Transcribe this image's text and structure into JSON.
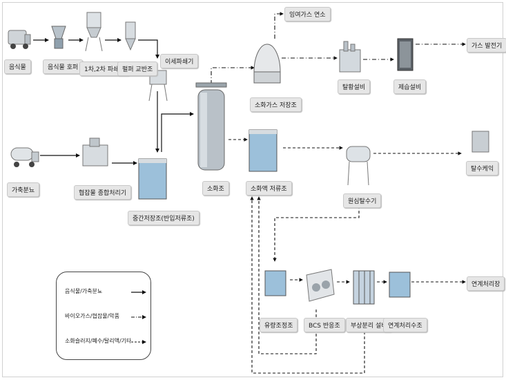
{
  "nodes": {
    "food_waste": "음식물",
    "food_hopper": "음식물 호퍼",
    "crusher": "1차,2차 파쇄기",
    "pulp_tank": "펄퍼 교반조",
    "debris_separator": "이세파쇄기",
    "livestock": "가축분뇨",
    "mixer": "협잡물 종합처리기",
    "interim_tank": "중간저장조(반입저류조)",
    "digester": "소화조",
    "gas_holder": "소화가스 저장조",
    "excess_gas": "잉여가스 연소",
    "desulfurizer": "탈황설비",
    "dehumidifier": "제습설비",
    "generator": "가스 발전기",
    "digestate_tank": "소화액 저류조",
    "centrifuge": "원심탈수기",
    "cake": "탈수케익",
    "flow_tank": "유량조정조",
    "bcs": "BCS 반응조",
    "flotation": "부상분리 설비",
    "linked_tank": "연계처리수조",
    "linked_plant": "연계처리장"
  },
  "legend": {
    "solid": "음식물/가축분뇨",
    "dashdot": "바이오가스/협잡물/악품",
    "dashed": "소화슬러지/폐수/탈리액/기타"
  },
  "colors": {
    "line": "#111111",
    "label_bg": "#e6e6e6"
  }
}
